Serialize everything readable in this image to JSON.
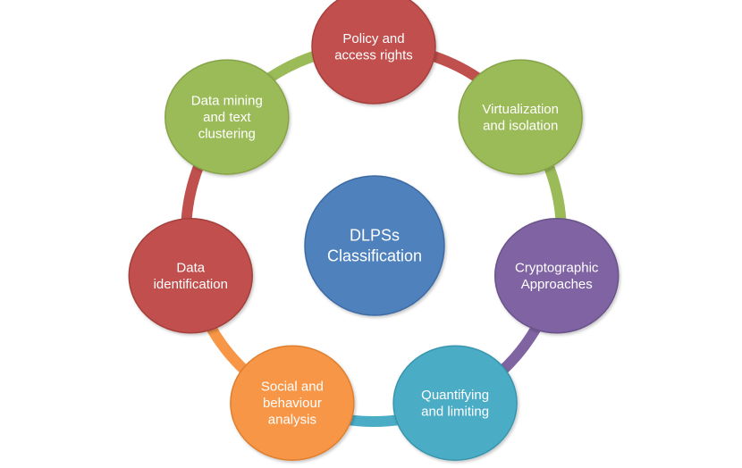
{
  "center": {
    "lines": [
      "DLPSs",
      "Classification"
    ],
    "color": "#4f81bd",
    "stroke": "#3c6aa3"
  },
  "nodes": [
    {
      "id": "policy",
      "lines": [
        "Policy and",
        "access rights"
      ],
      "color": "#c0504d",
      "stroke": "#a5403d"
    },
    {
      "id": "virtualization",
      "lines": [
        "Virtualization",
        "and isolation"
      ],
      "color": "#9bbb59",
      "stroke": "#86a447"
    },
    {
      "id": "cryptographic",
      "lines": [
        "Cryptographic",
        "Approaches"
      ],
      "color": "#8064a2",
      "stroke": "#6b528b"
    },
    {
      "id": "quantifying",
      "lines": [
        "Quantifying",
        "and limiting"
      ],
      "color": "#4bacc6",
      "stroke": "#3995ae"
    },
    {
      "id": "social",
      "lines": [
        "Social and",
        "behaviour",
        "analysis"
      ],
      "color": "#f79646",
      "stroke": "#de7f2f"
    },
    {
      "id": "identification",
      "lines": [
        "Data",
        "identification"
      ],
      "color": "#c0504d",
      "stroke": "#a5403d"
    },
    {
      "id": "mining",
      "lines": [
        "Data mining",
        "and text",
        "clustering"
      ],
      "color": "#9bbb59",
      "stroke": "#86a447"
    }
  ],
  "connectors": [
    {
      "from": "policy",
      "to": "virtualization",
      "color": "#c0504d"
    },
    {
      "from": "virtualization",
      "to": "cryptographic",
      "color": "#9bbb59"
    },
    {
      "from": "cryptographic",
      "to": "quantifying",
      "color": "#8064a2"
    },
    {
      "from": "quantifying",
      "to": "social",
      "color": "#4bacc6"
    },
    {
      "from": "social",
      "to": "identification",
      "color": "#f79646"
    },
    {
      "from": "identification",
      "to": "mining",
      "color": "#c0504d"
    },
    {
      "from": "mining",
      "to": "policy",
      "color": "#9bbb59"
    }
  ]
}
